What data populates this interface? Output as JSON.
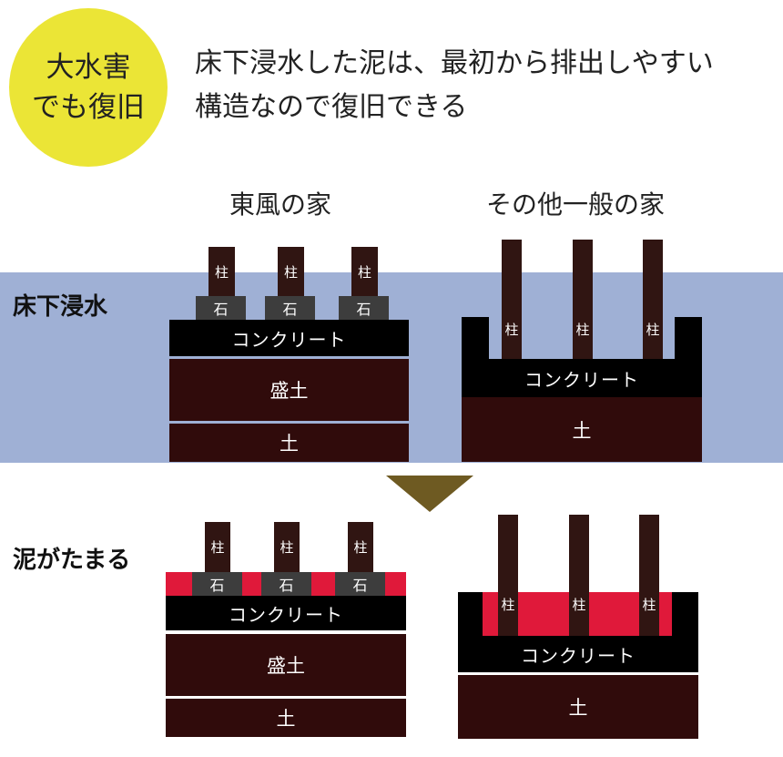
{
  "badge": {
    "line1": "大水害",
    "line2": "でも復旧"
  },
  "headline": {
    "line1": "床下浸水した泥は、最初から排出しやすい",
    "line2": "構造なので復旧できる"
  },
  "columns": {
    "left": "東風の家",
    "right": "その他一般の家"
  },
  "rows": {
    "flood": "床下浸水",
    "mud": "泥がたまる"
  },
  "labels": {
    "pillar": "柱",
    "stone": "石",
    "concrete": "コンクリート",
    "embankment": "盛土",
    "soil": "土"
  },
  "colors": {
    "badge": "#ebe536",
    "water": "#9fb0d5",
    "mud": "#e0193a",
    "arrow": "#6e5a22",
    "pillar": "#301512",
    "soil": "#300b0b"
  }
}
